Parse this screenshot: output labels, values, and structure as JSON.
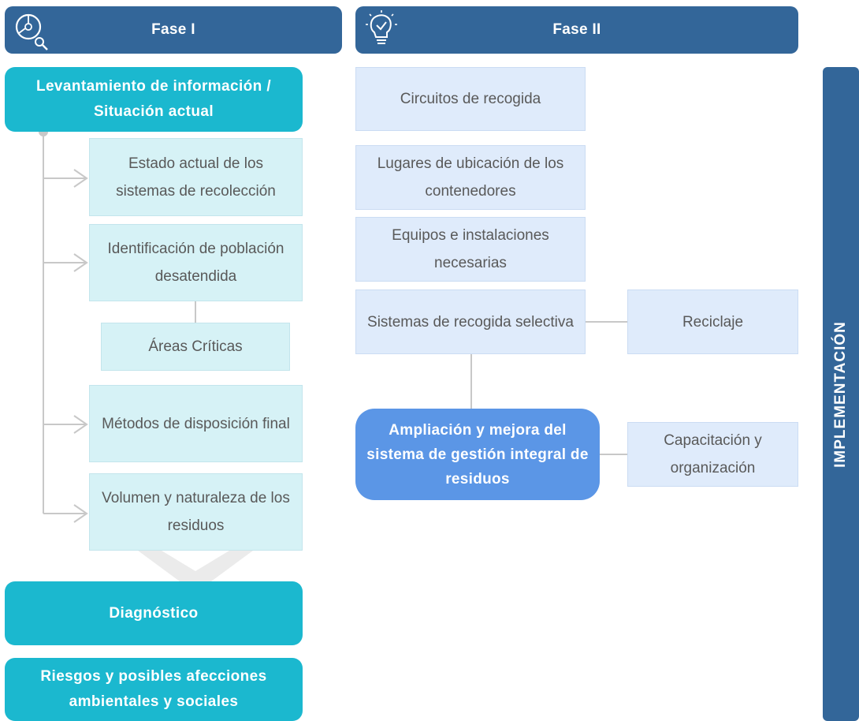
{
  "phase1": {
    "header": "Fase I",
    "icon": "chart-magnifier-icon",
    "top_box": "Levantamiento de información / Situación actual",
    "items": [
      "Estado actual de los sistemas de recolección",
      "Identificación de población desatendida",
      "Métodos de disposición final",
      "Volumen y naturaleza de los residuos"
    ],
    "critical_areas": "Áreas Críticas",
    "diagnosis": "Diagnóstico",
    "risks": "Riesgos y posibles afecciones ambientales y sociales"
  },
  "phase2": {
    "header": "Fase II",
    "icon": "lightbulb-check-icon",
    "items": [
      "Circuitos de recogida",
      "Lugares de ubicación de los contenedores",
      "Equipos e instalaciones necesarias",
      "Sistemas de recogida selectiva"
    ],
    "recycling": "Reciclaje",
    "expansion": "Ampliación y mejora del sistema de gestión integral de residuos",
    "training": "Capacitación y organización"
  },
  "implementation": "IMPLEMENTACIÓN",
  "colors": {
    "header": "#336699",
    "teal": "#1bb8cf",
    "light_teal": "#d6f2f6",
    "light_blue": "#dfebfb",
    "focus_blue": "#5b96e6",
    "text": "#595959",
    "connector": "#c8c8c8"
  }
}
